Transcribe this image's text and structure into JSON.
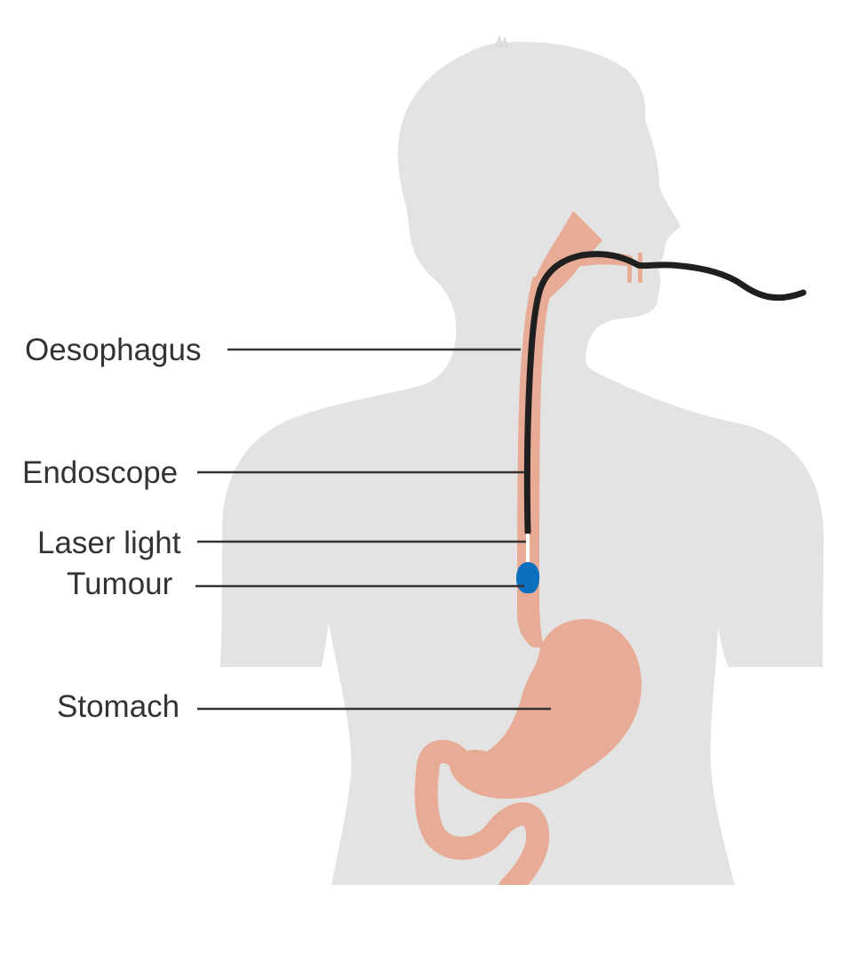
{
  "labels": {
    "oesophagus": "Oesophagus",
    "endoscope": "Endoscope",
    "laser_light": "Laser light",
    "tumour": "Tumour",
    "stomach": "Stomach"
  },
  "colors": {
    "body": "#e3e3e3",
    "organ": "#e8ab96",
    "endoscope": "#1f1f1f",
    "tumour": "#0b6fc0",
    "laser": "#ffffff",
    "leader_line": "#333333",
    "text": "#333333"
  }
}
